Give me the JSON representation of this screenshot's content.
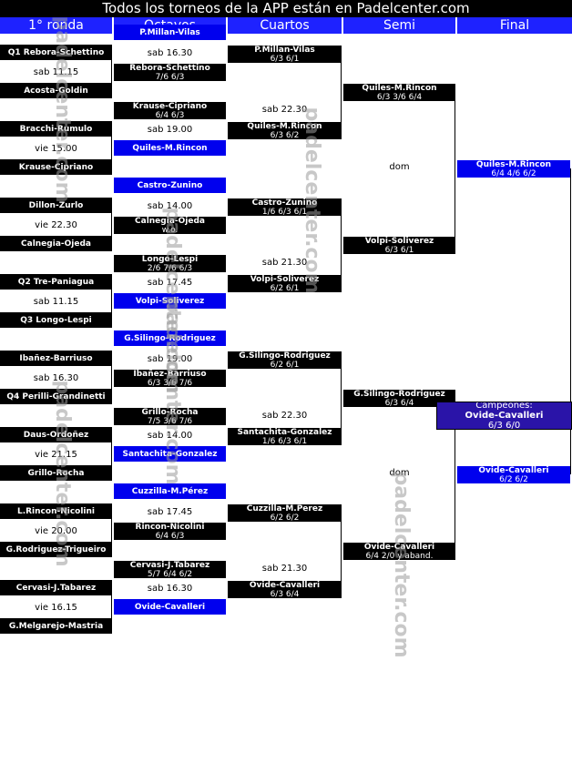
{
  "title": "Todos los torneos de la APP están en Padelcenter.com",
  "headers": [
    "1° ronda",
    "Octavos",
    "Cuartos",
    "Semi",
    "Final"
  ],
  "watermark": "padelcenter.com",
  "round1": [
    {
      "t": "Q1 Rebora-Schettino",
      "s": "sab 11.15"
    },
    {
      "t": "Acosta-Goldin"
    },
    {
      "t": "Bracchi-Rumulo",
      "s": "vie 15.00"
    },
    {
      "t": "Krause-Cipriano"
    },
    {
      "t": "Dillon-Zurlo",
      "s": "vie 22.30"
    },
    {
      "t": "Calnegia-Ojeda"
    },
    {
      "t": "Q2 Tre-Paniagua",
      "s": "sab 11.15"
    },
    {
      "t": "Q3 Longo-Lespi"
    },
    {
      "t": "Ibañez-Barriuso",
      "s": "sab 16.30"
    },
    {
      "t": "Q4 Perilli-Grandinetti"
    },
    {
      "t": "Daus-Ordoñez",
      "s": "vie 21.15"
    },
    {
      "t": "Grillo-Rocha"
    },
    {
      "t": "L.Rincon-Nicolini",
      "s": "vie 20.00"
    },
    {
      "t": "G.Rodriguez-Trigueiro"
    },
    {
      "t": "Cervasi-J.Tabarez",
      "s": "vie 16.15"
    },
    {
      "t": "G.Melgarejo-Mastria"
    }
  ],
  "octavos": [
    {
      "t": "P.Millan-Vilas",
      "s": "sab 16.30"
    },
    {
      "t": "Rebora-Schettino",
      "r": "7/6 6/3"
    },
    {
      "t": "Krause-Cipriano",
      "r": "6/4 6/3",
      "s": "sab 19.00"
    },
    {
      "t": "Quiles-M.Rincon"
    },
    {
      "t": "Castro-Zunino",
      "s": "sab 14.00"
    },
    {
      "t": "Calnegia-Ojeda",
      "r": "w.o."
    },
    {
      "t": "Longo-Lespi",
      "r": "2/6 7/6 6/3",
      "s": "sab 17.45"
    },
    {
      "t": "Volpi-Soliverez"
    },
    {
      "t": "G.Silingo-Rodriguez",
      "s": "sab 19.00"
    },
    {
      "t": "Ibañez-Barriuso",
      "r": "6/3 3/6 7/6"
    },
    {
      "t": "Grillo-Rocha",
      "r": "7/5 3/6 7/6",
      "s": "sab 14.00"
    },
    {
      "t": "Santachita-Gonzalez"
    },
    {
      "t": "Cuzzilla-M.Pérez",
      "s": "sab 17.45"
    },
    {
      "t": "Rincon-Nicolini",
      "r": "6/4 6/3"
    },
    {
      "t": "Cervasi-J.Tabarez",
      "r": "5/7 6/4 6/2",
      "s": "sab 16.30"
    },
    {
      "t": "Ovide-Cavalleri"
    }
  ],
  "cuartos": [
    {
      "t": "P.Millan-Vilas",
      "r": "6/3 6/1",
      "s": "sab 22.30"
    },
    {
      "t": "Quiles-M.Rincon",
      "r": "6/3 6/2"
    },
    {
      "t": "Castro-Zunino",
      "r": "1/6 6/3 6/1",
      "s": "sab 21.30"
    },
    {
      "t": "Volpi-Soliverez",
      "r": "6/2 6/1"
    },
    {
      "t": "G.Silingo-Rodriguez",
      "r": "6/2 6/1",
      "s": "sab 22.30"
    },
    {
      "t": "Santachita-Gonzalez",
      "r": "1/6 6/3 6/1"
    },
    {
      "t": "Cuzzilla-M.Perez",
      "r": "6/2 6/2",
      "s": "sab 21.30"
    },
    {
      "t": "Ovide-Cavalleri",
      "r": "6/3 6/4"
    }
  ],
  "semi": [
    {
      "t": "Quiles-M.Rincon",
      "r": "6/3 3/6 6/4",
      "s": "dom"
    },
    {
      "t": "Volpi-Soliverez",
      "r": "6/3 6/1"
    },
    {
      "t": "G.Silingo-Rodriguez",
      "r": "6/3 6/4",
      "s": "dom"
    },
    {
      "t": "Ovide-Cavalleri",
      "r": "6/4 2/0 y aband."
    }
  ],
  "final": [
    {
      "t": "Quiles-M.Rincon",
      "r": "6/4 4/6 6/2"
    },
    {
      "t": "Ovide-Cavalleri",
      "r": "6/2 6/2"
    }
  ],
  "champion": {
    "label": "Campeones:",
    "t": "Ovide-Cavalleri",
    "r": "6/3 6/0"
  }
}
